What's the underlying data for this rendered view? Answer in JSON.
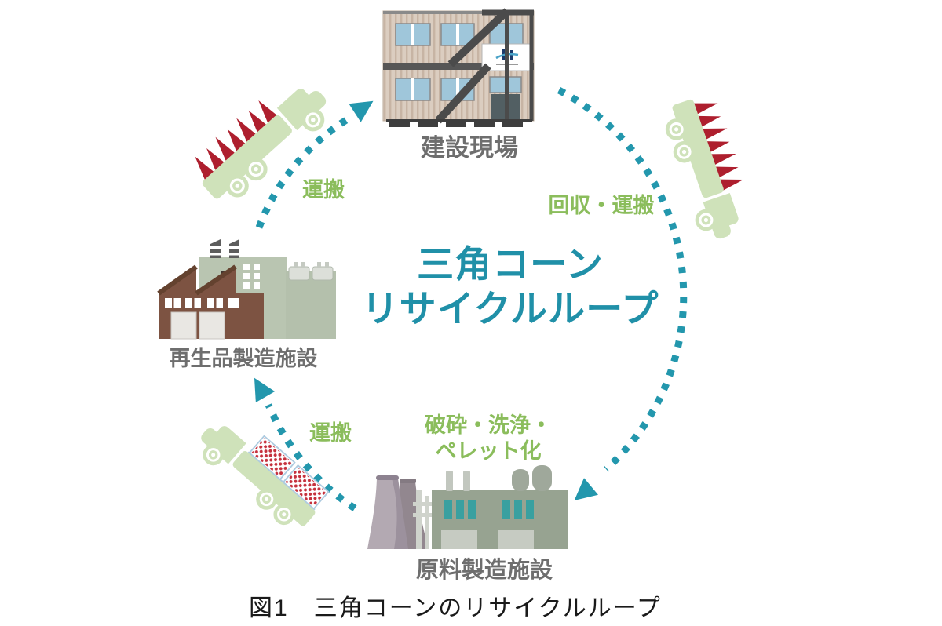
{
  "diagram": {
    "title_line1": "三角コーン",
    "title_line2": "リサイクルループ",
    "caption": "図1　三角コーンのリサイクルループ"
  },
  "nodes": {
    "construction_site": "建設現場",
    "recycled_product_facility": "再生品製造施設",
    "raw_material_facility": "原料製造施設"
  },
  "flows": {
    "collect_transport": "回収・運搬",
    "process_line1": "破砕・洗浄・",
    "process_line2": "ペレット化",
    "transport_to_recycled_facility": "運搬",
    "transport_to_site": "運搬"
  },
  "colors": {
    "arc_teal": "#2397ad",
    "title_teal": "#2090a8",
    "label_green": "#8bbd5c",
    "label_gray": "#6e6e6e",
    "cone_red": "#ae1f2e",
    "truck_green": "#cfe2ba",
    "pellet_red": "#c5303c"
  }
}
